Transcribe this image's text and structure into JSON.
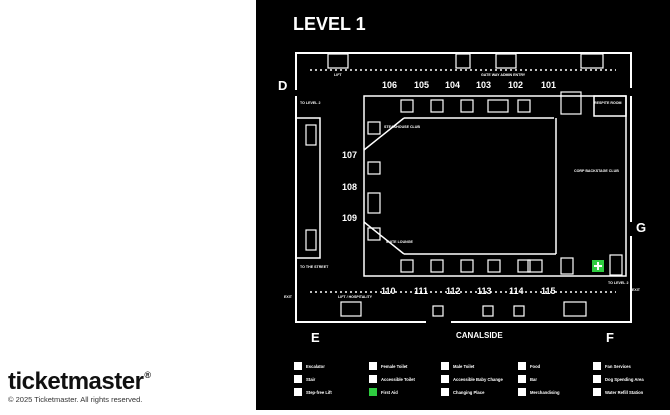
{
  "title": "LEVEL 1",
  "entrances": [
    "D",
    "E",
    "F",
    "G"
  ],
  "gates": [
    "106",
    "105",
    "104",
    "103",
    "102",
    "101",
    "107",
    "108",
    "109",
    "110",
    "111",
    "112",
    "113",
    "114",
    "115"
  ],
  "labels": {
    "lift": "LIFT",
    "gate_way": "GATE WAY ADMIN ENTRY",
    "respite": "RESPITE ROOM",
    "corp": "CORP BACKSTAGE CLUB",
    "level2_left": "TO LEVEL 2",
    "street": "TO THE STREET",
    "exit": "EXIT",
    "lift_hospitality": "LIFT / HOSPITALITY",
    "level2_right": "TO LEVEL 2",
    "canalside": "CANALSIDE",
    "steakhouse": "STEAKHOUSE CLUB",
    "suites": "SUITE LOUNGE"
  },
  "legend": [
    {
      "label": "Escalator",
      "icon": "escalator-icon"
    },
    {
      "label": "Stair",
      "icon": "stair-icon"
    },
    {
      "label": "Step-free Lift",
      "icon": "lift-icon"
    },
    {
      "label": "Female Toilet",
      "icon": "female-toilet-icon"
    },
    {
      "label": "Accessible Toilet",
      "icon": "accessible-toilet-icon"
    },
    {
      "label": "First Aid",
      "icon": "first-aid-icon"
    },
    {
      "label": "Male Toilet",
      "icon": "male-toilet-icon"
    },
    {
      "label": "Accessible Baby Change",
      "icon": "baby-change-icon"
    },
    {
      "label": "Changing Place",
      "icon": "changing-place-icon"
    },
    {
      "label": "Food",
      "icon": "food-icon"
    },
    {
      "label": "Bar",
      "icon": "bar-icon"
    },
    {
      "label": "Merchandising",
      "icon": "merchandise-icon"
    },
    {
      "label": "Fan Services",
      "icon": "info-icon"
    },
    {
      "label": "Dog Spending Area",
      "icon": "dog-area-icon"
    },
    {
      "label": "Water Refill Station",
      "icon": "water-refill-icon"
    }
  ],
  "brand": {
    "name": "ticketmaster",
    "copyright": "© 2025 Ticketmaster. All rights reserved."
  },
  "colors": {
    "background": "#000000",
    "line": "#ffffff",
    "first_aid": "#2ecc40"
  }
}
